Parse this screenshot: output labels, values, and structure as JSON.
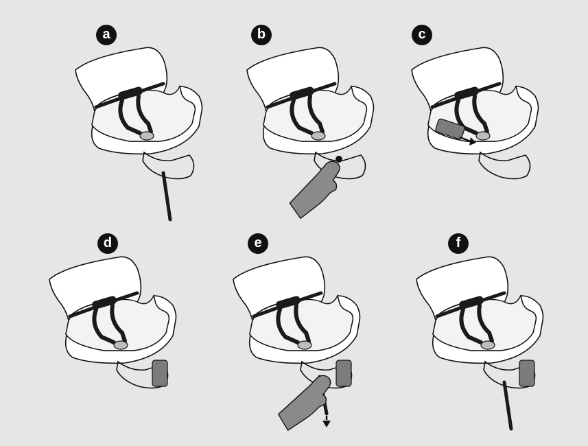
{
  "steps": [
    {
      "label": "a",
      "variant": "a"
    },
    {
      "label": "b",
      "variant": "b"
    },
    {
      "label": "c",
      "variant": "c"
    },
    {
      "label": "d",
      "variant": "d"
    },
    {
      "label": "e",
      "variant": "e"
    },
    {
      "label": "f",
      "variant": "f"
    }
  ],
  "colors": {
    "background": "#e6e6e6",
    "seat_fill": "#ffffff",
    "outline": "#111111",
    "strap": "#1a1a1a",
    "strap_cover": "#7c7c7c",
    "hand": "#8a8a8a",
    "badge": "#111111"
  },
  "icons": {
    "seat": "high-chair-seat-icon",
    "harness": "harness-strap-icon",
    "hand": "hand-icon",
    "arrow": "arrow-icon"
  }
}
